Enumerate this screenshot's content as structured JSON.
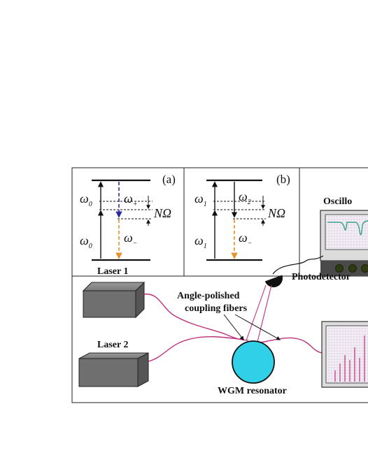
{
  "panel_a": {
    "tag": "(a)",
    "omega_upper": "ω",
    "omega_upper_sub": "0",
    "omega_lower": "ω",
    "omega_lower_sub": "0",
    "omega_plus": "ω",
    "omega_plus_sub": "+",
    "omega_minus": "ω",
    "omega_minus_sub": "−",
    "n_omega": "NΩ"
  },
  "panel_b": {
    "tag": "(b)",
    "omega_upper": "ω",
    "omega_upper_sub": "1",
    "omega_lower": "ω",
    "omega_lower_sub": "1",
    "omega_right": "ω",
    "omega_right_sub": "2",
    "omega_minus": "ω",
    "omega_minus_sub": "−",
    "n_omega": "NΩ"
  },
  "labels": {
    "oscilloscope": "Oscillo",
    "laser1": "Laser 1",
    "laser2": "Laser 2",
    "coupling_line1": "Angle-polished",
    "coupling_line2": "coupling fibers",
    "photodetector": "Photodetector",
    "resonator": "WGM resonator"
  },
  "colors": {
    "blue_arrow": "#2a2aa0",
    "orange_arrow": "#e8902a",
    "fiber": "#c0307a",
    "resonator_fill": "#30d0e8",
    "box_gray": "#707070",
    "screen_bg": "#eae2ee",
    "trace": "#3aa090"
  }
}
